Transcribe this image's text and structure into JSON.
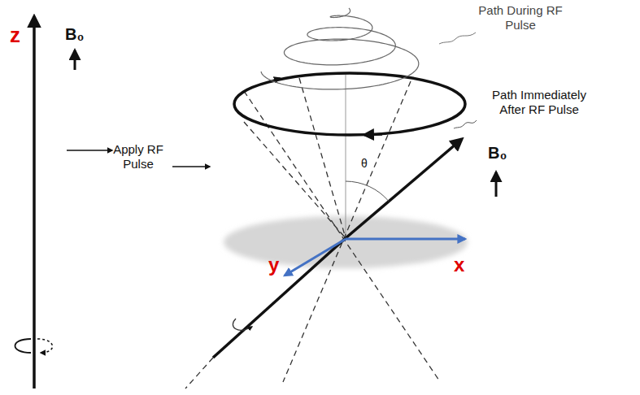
{
  "diagram": {
    "labels": [
      "z",
      "B₀",
      "Apply RF Pulse",
      "Path During RF Pulse",
      "Path Immediately After RF Pulse",
      "B₀",
      "θ",
      "y",
      "x"
    ]
  }
}
